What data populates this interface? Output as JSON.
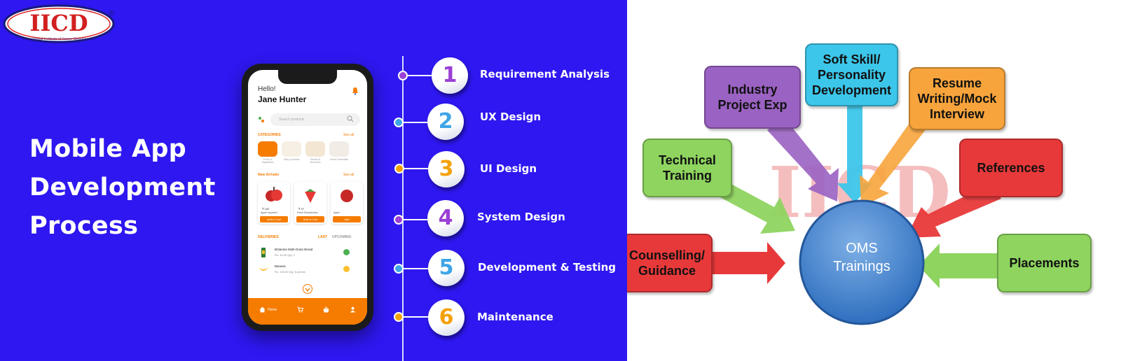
{
  "left_panel": {
    "logo": {
      "text": "IICD",
      "registered": "®",
      "tagline": "International Institute of Career Development"
    },
    "headline": [
      "Mobile App",
      "Development",
      "Process"
    ],
    "phone": {
      "greeting": "Hello!",
      "user_name": "Jane Hunter",
      "search_placeholder": "Search products",
      "categories_title": "CATEGORIES",
      "see_all": "See all",
      "categories": [
        "Fruits & Vegetables",
        "Dairy products",
        "Snacks & Munchies",
        "Home Essentials"
      ],
      "new_arrivals_title": "New Arrivals",
      "products": [
        {
          "price": "₹ 182",
          "name": "Apple imported",
          "button": "Add to Cart"
        },
        {
          "price": "₹ 97",
          "name": "Fresh Strawberries",
          "button": "Add to Cart"
        },
        {
          "price": "",
          "name": "Apple",
          "button": "Add"
        }
      ],
      "deliveries_title": "DELIVERIES",
      "tab_last": "LAST",
      "tab_upcoming": "UPCOMING",
      "deliveries": [
        {
          "name": "Britannia Multi-Grain Bread",
          "meta": "Rs. 32.50     Qty: 2"
        },
        {
          "name": "Banana",
          "meta": "Rs. 105.00     Qty: 6 pieces"
        }
      ],
      "nav_home": "Home"
    },
    "steps": [
      {
        "number": "1",
        "label": "Requirement Analysis",
        "color": "#9b3fd6"
      },
      {
        "number": "2",
        "label": "UX Design",
        "color": "#3fa5e6"
      },
      {
        "number": "3",
        "label": "UI Design",
        "color": "#f3a10a"
      },
      {
        "number": "4",
        "label": "System Design",
        "color": "#9b3fd6"
      },
      {
        "number": "5",
        "label": "Development & Testing",
        "color": "#3fa5e6"
      },
      {
        "number": "6",
        "label": "Maintenance",
        "color": "#f3a10a"
      }
    ],
    "background_color": "#2e17f0"
  },
  "right_panel": {
    "center": "OMS\nTrainings",
    "watermark": "IICD",
    "boxes": [
      {
        "id": "soft-skill",
        "label": "Soft Skill/\nPersonality\nDevelopment",
        "color": "#3cc6ea"
      },
      {
        "id": "industry-project",
        "label": "Industry\nProject Exp",
        "color": "#9a62c2"
      },
      {
        "id": "resume-writing",
        "label": "Resume\nWriting/Mock\nInterview",
        "color": "#f7a43c"
      },
      {
        "id": "technical-training",
        "label": "Technical\nTraining",
        "color": "#8ed45f"
      },
      {
        "id": "references",
        "label": "References",
        "color": "#e8393a"
      },
      {
        "id": "counselling",
        "label": "Counselling/\nGuidance",
        "color": "#e8393a"
      },
      {
        "id": "placements",
        "label": "Placements",
        "color": "#8ed45f"
      }
    ]
  }
}
